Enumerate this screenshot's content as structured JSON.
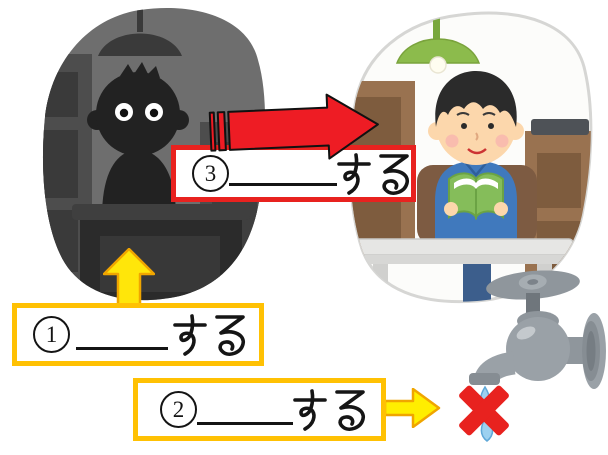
{
  "page": {
    "background": "#ffffff",
    "description_visible_text_only": true
  },
  "boxes": {
    "box1": {
      "number": "1",
      "label": "①______する",
      "suffix": "する"
    },
    "box2": {
      "number": "2",
      "label": "②______する",
      "suffix": "する"
    },
    "box3": {
      "number": "3",
      "label": "③______する",
      "suffix": "する"
    }
  },
  "icons": {
    "red_arrow": "striped-right-arrow",
    "up_arrow": "yellow-block-up-arrow",
    "right_arrow": "yellow-block-right-arrow",
    "red_x": "red-cross-mark",
    "dark_room": "blackout-dark-room-illustration",
    "bright_room": "boy-reading-in-lit-room-illustration",
    "faucet": "faucet-with-water-drop-illustration"
  },
  "colors": {
    "accent_red": "#e8221f",
    "arrow_red": "#ee1c24",
    "box_gold": "#ffc103",
    "arrow_yellow": "#ffe60a",
    "dark_room_gray": "#6e6e6e",
    "faucet_gray": "#9aa1a7",
    "water_blue": "#9cd1f0",
    "lamp_green": "#8cbb4c",
    "shirt_blue": "#4079bd"
  }
}
